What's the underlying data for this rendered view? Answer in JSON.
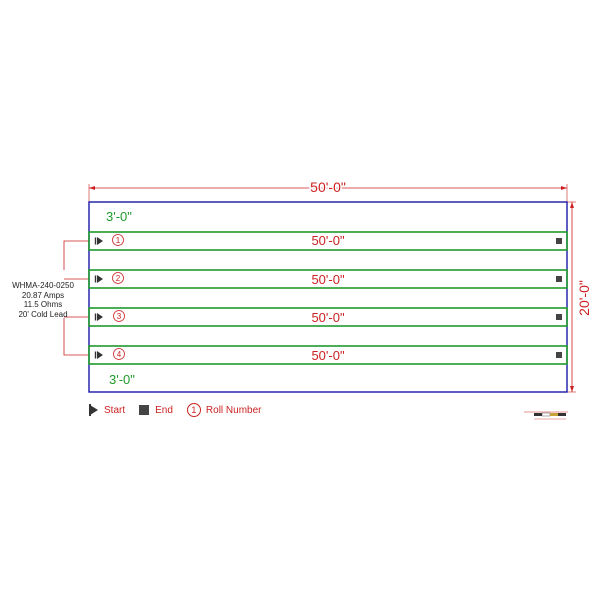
{
  "overall": {
    "width_label": "50'-0\"",
    "height_label": "20'-0\""
  },
  "spacing": {
    "top_label": "3'-0\"",
    "bottom_label": "3'-0\""
  },
  "rolls": [
    {
      "number": "1",
      "length_label": "50'-0\""
    },
    {
      "number": "2",
      "length_label": "50'-0\""
    },
    {
      "number": "3",
      "length_label": "50'-0\""
    },
    {
      "number": "4",
      "length_label": "50'-0\""
    }
  ],
  "spec": {
    "model": "WHMA-240-0250",
    "amps": "20.87  Amps",
    "ohms": "11.5 Ohms",
    "cold_lead": "20' Cold Lead"
  },
  "legend": {
    "start_label": "Start",
    "end_label": "End",
    "roll_symbol": "1",
    "roll_label": "Roll Number"
  },
  "colors": {
    "room_outline": "#1a1aa8",
    "roll_outline": "#1f9a2c",
    "dimension": "#cc2222",
    "spacing_text": "#1f9a2c",
    "marker": "#333333"
  }
}
